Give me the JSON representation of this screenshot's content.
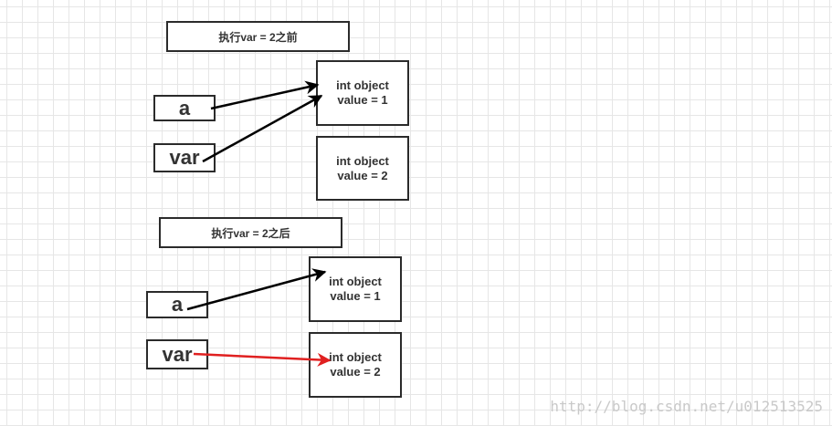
{
  "before": {
    "caption": "执行var = 2之前",
    "var_a": "a",
    "var_var": "var",
    "obj1": {
      "line1": "int object",
      "line2": "value = 1"
    },
    "obj2": {
      "line1": "int object",
      "line2": "value = 2"
    }
  },
  "after": {
    "caption": "执行var = 2之后",
    "var_a": "a",
    "var_var": "var",
    "obj1": {
      "line1": "int object",
      "line2": "value = 1"
    },
    "obj2": {
      "line1": "int object",
      "line2": "value = 2"
    }
  },
  "watermark": "http://blog.csdn.net/u012513525",
  "colors": {
    "arrow_default": "#000000",
    "arrow_highlight": "#e02020",
    "border": "#2b2b2b"
  }
}
